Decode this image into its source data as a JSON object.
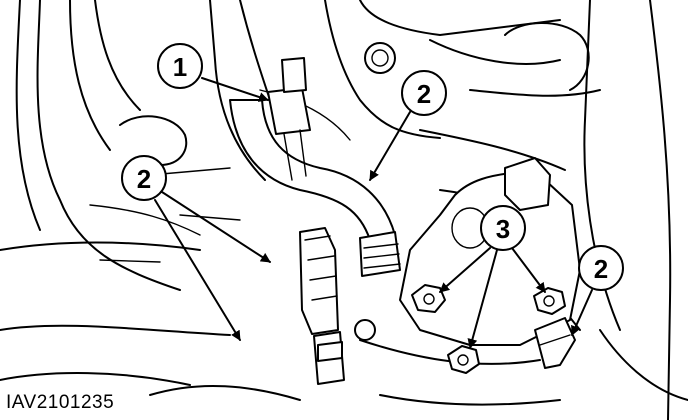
{
  "figure_id": "IAV2101235",
  "callouts": [
    {
      "label": "1"
    },
    {
      "label": "2"
    },
    {
      "label": "2"
    },
    {
      "label": "3"
    },
    {
      "label": "2"
    }
  ]
}
